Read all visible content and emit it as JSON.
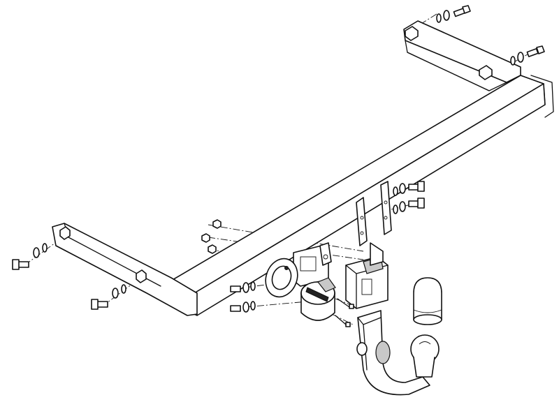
{
  "diagram": {
    "parts": [
      {
        "id": "crossbar",
        "icon": "tow-bar-crossbeam"
      },
      {
        "id": "bracket-right",
        "icon": "mounting-bracket"
      },
      {
        "id": "bracket-left",
        "icon": "mounting-bracket"
      },
      {
        "id": "socket-plate",
        "icon": "electrical-socket-plate"
      },
      {
        "id": "socket",
        "icon": "electrical-socket"
      },
      {
        "id": "ball-mount",
        "icon": "detachable-tow-ball"
      },
      {
        "id": "ball-cover",
        "icon": "tow-ball-cap"
      },
      {
        "id": "receiver",
        "icon": "ball-receiver"
      }
    ],
    "colors": {
      "stroke": "#111111",
      "fill": "#ffffff",
      "shade": "#c8c8c8"
    }
  }
}
